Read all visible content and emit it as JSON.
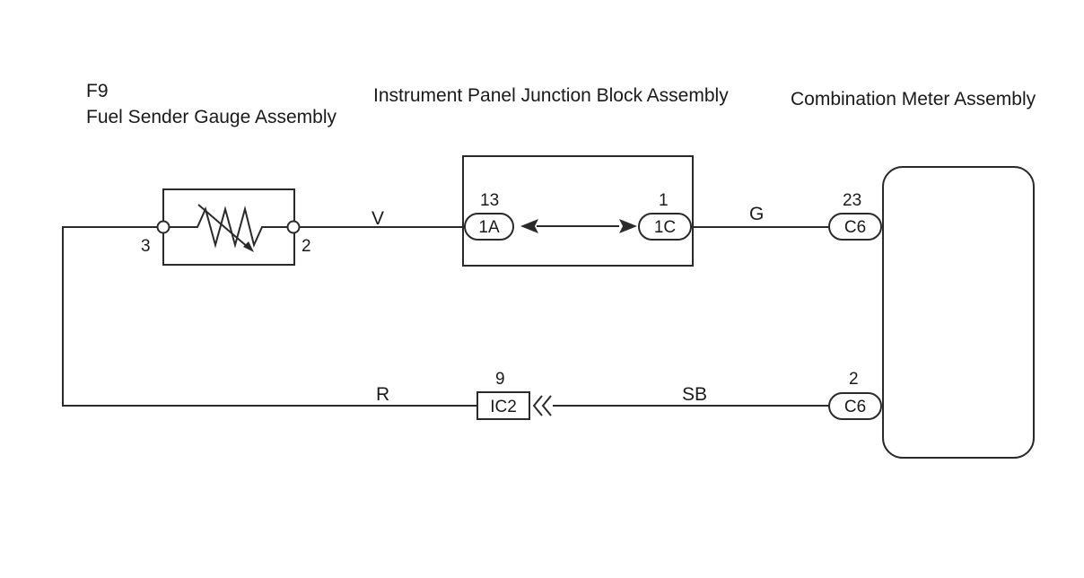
{
  "components": {
    "fuel_sender": {
      "code": "F9",
      "name": "Fuel Sender Gauge Assembly",
      "pin_left": "3",
      "pin_right": "2"
    },
    "junction_block": {
      "name": "Instrument Panel Junction Block Assembly",
      "left_connector": {
        "pin": "13",
        "label": "1A"
      },
      "right_connector": {
        "pin": "1",
        "label": "1C"
      }
    },
    "combination_meter": {
      "name": "Combination Meter Assembly",
      "top_connector": {
        "pin": "23",
        "label": "C6"
      },
      "bottom_connector": {
        "pin": "2",
        "label": "C6"
      }
    },
    "inline_connector": {
      "pin": "9",
      "label": "IC2"
    }
  },
  "wires": {
    "sender_to_jb": "V",
    "jb_to_meter": "G",
    "meter_to_ic": "SB",
    "ic_to_sender": "R"
  }
}
